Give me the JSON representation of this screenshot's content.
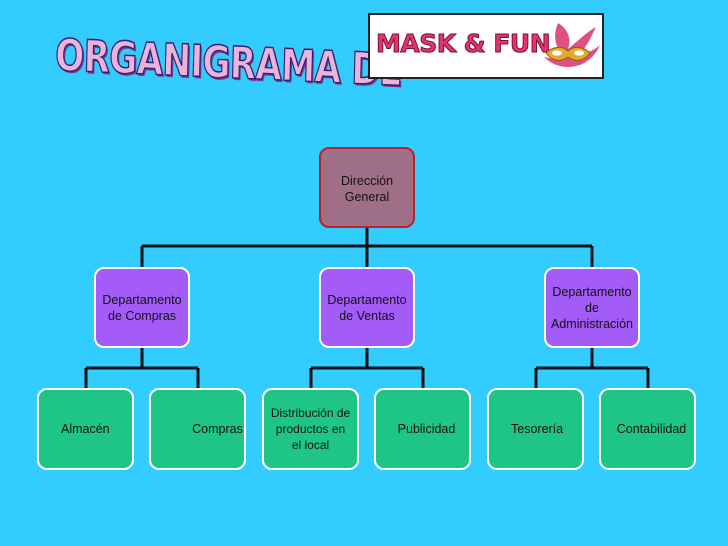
{
  "header": {
    "title": "ORGANIGRAMA DE",
    "logo_text": "MASK & FUN"
  },
  "org": {
    "top": "Dirección\nGeneral",
    "departments": [
      {
        "label": "Departamento\nde Compras",
        "children": [
          "Almacén",
          "Compras"
        ]
      },
      {
        "label": "Departamento\nde Ventas",
        "children": [
          "Distribución de\nproductos en\nel local",
          "Publicidad"
        ]
      },
      {
        "label": "Departamento\nde\nAdministración",
        "children": [
          "Tesorería",
          "Contabilidad"
        ]
      }
    ]
  },
  "colors": {
    "background": "#33ccff",
    "top_box": "#9e6f87",
    "top_border": "#b8222c",
    "department_box": "#a35cf7",
    "leaf_box": "#1fc487",
    "connector": "#111111",
    "logo_text": "#e0336f"
  }
}
